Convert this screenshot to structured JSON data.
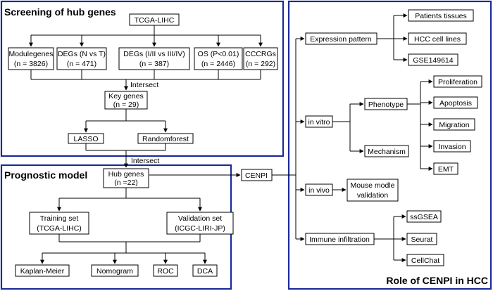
{
  "panels": {
    "screening_title": "Screening of hub genes",
    "prognostic_title": "Prognostic model",
    "role_title": "Role of CENPI in HCC"
  },
  "nodes": {
    "tcga": "TCGA-LIHC",
    "modulegenes": [
      "Modulegenes",
      "(n = 3826)"
    ],
    "degs_nt": [
      "DEGs (N vs T)",
      "(n = 471)"
    ],
    "degs_stage": [
      "DEGs (I/II vs III/IV)",
      "(n = 387)"
    ],
    "os": [
      "OS (P<0.01)",
      "(n = 2446)"
    ],
    "cccrgs": [
      "CCCRGs",
      "(n = 292)"
    ],
    "intersect_1": "Intersect",
    "key_genes": [
      "Key genes",
      "(n = 29)"
    ],
    "lasso": "LASSO",
    "randomforest": "Randomforest",
    "intersect_2": "Intersect",
    "hub_genes": [
      "Hub genes",
      "(n =22)"
    ],
    "training": [
      "Training set",
      "(TCGA-LIHC)"
    ],
    "validation": [
      "Validation set",
      "(ICGC-LIRI-JP)"
    ],
    "kaplan": "Kaplan-Meier",
    "nomogram": "Nomogram",
    "roc": "ROC",
    "dca": "DCA",
    "cenpi": "CENPI",
    "expression": "Expression pattern",
    "patients": "Patients tissues",
    "hcc_lines": "HCC cell lines",
    "gse": "GSE149614",
    "in_vitro": "in vitro",
    "phenotype": "Phenotype",
    "mechanism": "Mechanism",
    "proliferation": "Proliferation",
    "apoptosis": "Apoptosis",
    "migration": "Migration",
    "invasion": "Invasion",
    "emt": "EMT",
    "in_vivo": "in vivo",
    "mouse": [
      "Mouse modle",
      "validation"
    ],
    "immune": "Immune infiltration",
    "ssgsea": "ssGSEA",
    "seurat": "Seurat",
    "cellchat": "CellChat"
  },
  "colors": {
    "panel_border": "#1a2b9b",
    "line": "#000000"
  }
}
